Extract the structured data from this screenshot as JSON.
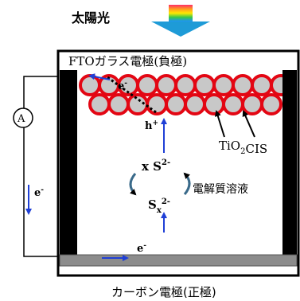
{
  "title": "太陽光",
  "top_electrode_label": "FTOガラス電極(負極)",
  "bottom_electrode_label": "カーボン電極(正極)",
  "electrolyte_label": "電解質溶液",
  "ammeter_label": "A",
  "electron_label": "e",
  "electron_superscript": "-",
  "hole_label": "h",
  "hole_superscript": "+",
  "material_tio2": "TiO",
  "material_tio2_sub": "2",
  "material_cis": "CIS",
  "redox_top_prefix": "x S",
  "redox_top_sup": "2-",
  "redox_bottom_main": "S",
  "redox_bottom_sub": "x",
  "redox_bottom_sup": "2-",
  "colors": {
    "tio2_fill": "#c8c8c8",
    "cis_ring": "#e30613",
    "arrow_blue": "#1f3fd6",
    "carbon_gray": "#8c8c8c",
    "frame_black": "#000000"
  }
}
